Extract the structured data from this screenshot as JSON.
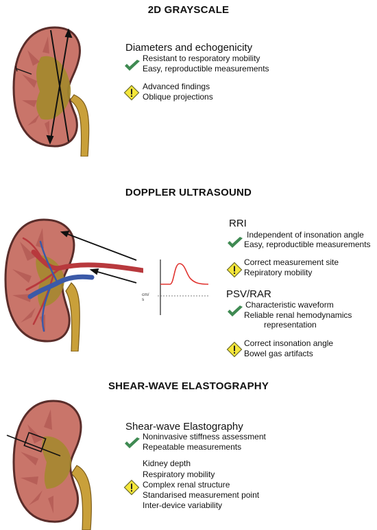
{
  "colors": {
    "check": "#3f8a52",
    "warning_fill": "#f4e63a",
    "warning_stroke": "#6b6b2a",
    "kidney_cortex": "#c9756a",
    "kidney_outline": "#5a2d2a",
    "sinus": "#a38a2c",
    "ureter": "#c9a03a",
    "artery": "#b8393d",
    "vein": "#3b5aa8",
    "waveform": "#e0332f"
  },
  "sections": [
    {
      "heading": "2D GRAYSCALE",
      "groups": [
        {
          "subtitle": "Diameters and echogenicity",
          "pros": [
            "Resistant to resporatory mobility",
            "Easy, reproductible measurements"
          ],
          "cons": [
            "Advanced findings",
            "Oblique projections"
          ]
        }
      ]
    },
    {
      "heading": "DOPPLER ULTRASOUND",
      "groups": [
        {
          "subtitle": "RRI",
          "pros": [
            "Independent of insonation angle",
            "Easy, reproductible measurements"
          ],
          "cons": [
            "Correct measurement site",
            "Repiratory mobility"
          ]
        },
        {
          "subtitle": "PSV/RAR",
          "pros": [
            "Characteristic waveform",
            "Reliable renal hemodynamics",
            "representation"
          ],
          "cons": [
            "Correct insonation angle",
            "Bowel gas artifacts"
          ]
        }
      ],
      "waveform_axis_label": [
        "cm/",
        "s"
      ]
    },
    {
      "heading": "SHEAR-WAVE ELASTOGRAPHY",
      "groups": [
        {
          "subtitle": "Shear-wave Elastography",
          "pros": [
            "Noninvasive stiffness assessment",
            "Repeatable measurements"
          ],
          "cons": [
            "Kidney depth",
            "Respiratory mobility",
            "Complex renal structure",
            "Standarised measurement point",
            "Inter-device variability"
          ]
        }
      ]
    }
  ]
}
